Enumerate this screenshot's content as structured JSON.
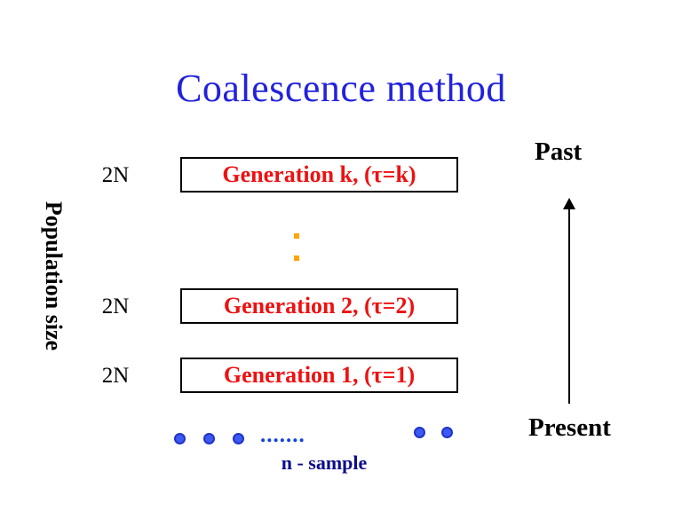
{
  "slide": {
    "title": "Coalescence method",
    "axis_label": "Population size",
    "past_label": "Past",
    "present_label": "Present",
    "generations": [
      {
        "size_label": "2N",
        "label": "Generation k, (τ=k)"
      },
      {
        "size_label": "2N",
        "label": "Generation 2, (τ=2)"
      },
      {
        "size_label": "2N",
        "label": "Generation 1, (τ=1)"
      }
    ],
    "vertical_ellipsis_dot_count": 2,
    "sample": {
      "left_dot_count": 3,
      "right_dot_count": 2,
      "dots_text": ".......",
      "label": "n - sample"
    },
    "colors": {
      "ink": "#000000",
      "title": "#2222dd",
      "generation_text": "#ee1111",
      "ellipsis": "#ffa500",
      "dot_fill": "#3b5af2",
      "dot_border": "#2233c8",
      "dots_text": "#1144dd",
      "sample_label": "#0d0d8c"
    }
  }
}
